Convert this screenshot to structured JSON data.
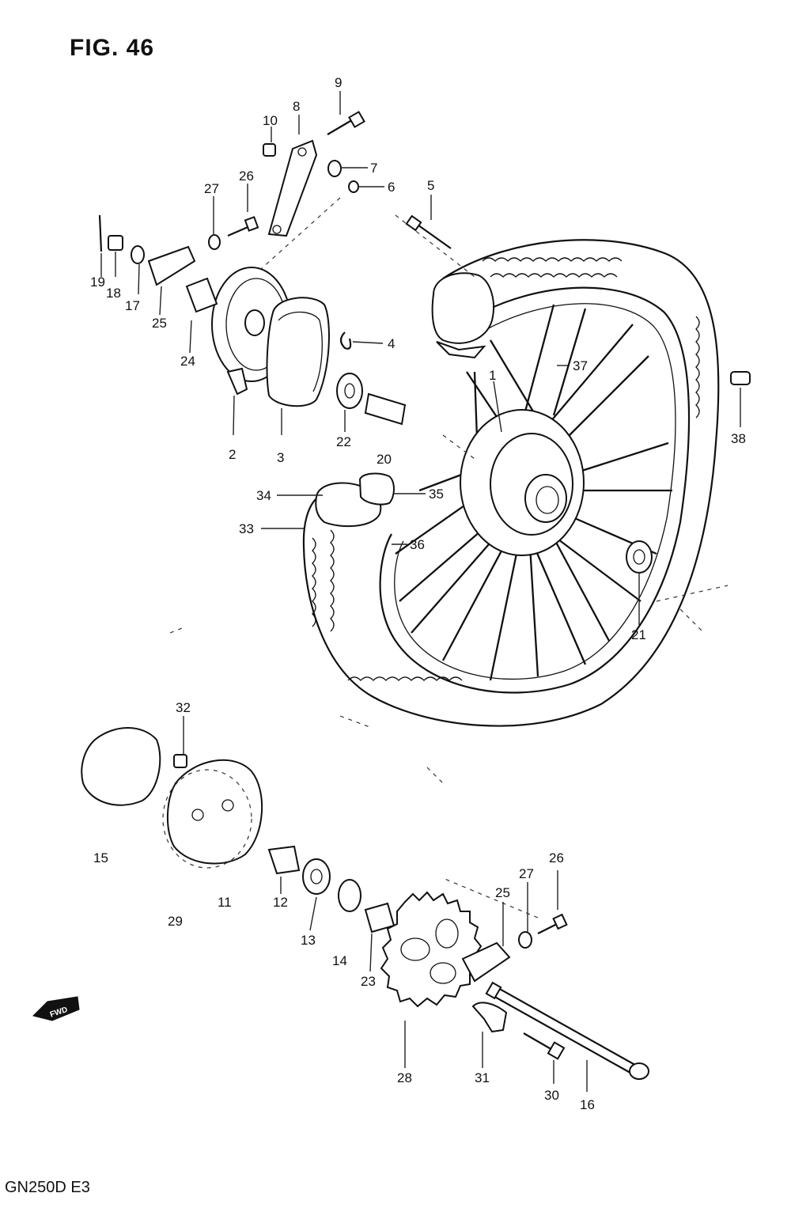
{
  "figure": {
    "title": "FIG. 46",
    "model_code": "GN250D  E3"
  },
  "callouts": [
    {
      "id": "c1",
      "label": "1"
    },
    {
      "id": "c2",
      "label": "2"
    },
    {
      "id": "c3",
      "label": "3"
    },
    {
      "id": "c4",
      "label": "4"
    },
    {
      "id": "c5",
      "label": "5"
    },
    {
      "id": "c6",
      "label": "6"
    },
    {
      "id": "c7",
      "label": "7"
    },
    {
      "id": "c8",
      "label": "8"
    },
    {
      "id": "c9",
      "label": "9"
    },
    {
      "id": "c10",
      "label": "10"
    },
    {
      "id": "c11",
      "label": "11"
    },
    {
      "id": "c12",
      "label": "12"
    },
    {
      "id": "c13",
      "label": "13"
    },
    {
      "id": "c14",
      "label": "14"
    },
    {
      "id": "c15",
      "label": "15"
    },
    {
      "id": "c16",
      "label": "16"
    },
    {
      "id": "c17",
      "label": "17"
    },
    {
      "id": "c18",
      "label": "18"
    },
    {
      "id": "c19",
      "label": "19"
    },
    {
      "id": "c20",
      "label": "20"
    },
    {
      "id": "c21",
      "label": "21"
    },
    {
      "id": "c22",
      "label": "22"
    },
    {
      "id": "c23",
      "label": "23"
    },
    {
      "id": "c24",
      "label": "24"
    },
    {
      "id": "c25a",
      "label": "25"
    },
    {
      "id": "c25b",
      "label": "25"
    },
    {
      "id": "c26a",
      "label": "26"
    },
    {
      "id": "c26b",
      "label": "26"
    },
    {
      "id": "c27a",
      "label": "27"
    },
    {
      "id": "c27b",
      "label": "27"
    },
    {
      "id": "c28",
      "label": "28"
    },
    {
      "id": "c29",
      "label": "29"
    },
    {
      "id": "c30",
      "label": "30"
    },
    {
      "id": "c31",
      "label": "31"
    },
    {
      "id": "c32",
      "label": "32"
    },
    {
      "id": "c33",
      "label": "33"
    },
    {
      "id": "c34",
      "label": "34"
    },
    {
      "id": "c35",
      "label": "35"
    },
    {
      "id": "c36",
      "label": "36"
    },
    {
      "id": "c37",
      "label": "37"
    },
    {
      "id": "c38",
      "label": "38"
    }
  ],
  "direction_badge": {
    "label": "FWD"
  }
}
